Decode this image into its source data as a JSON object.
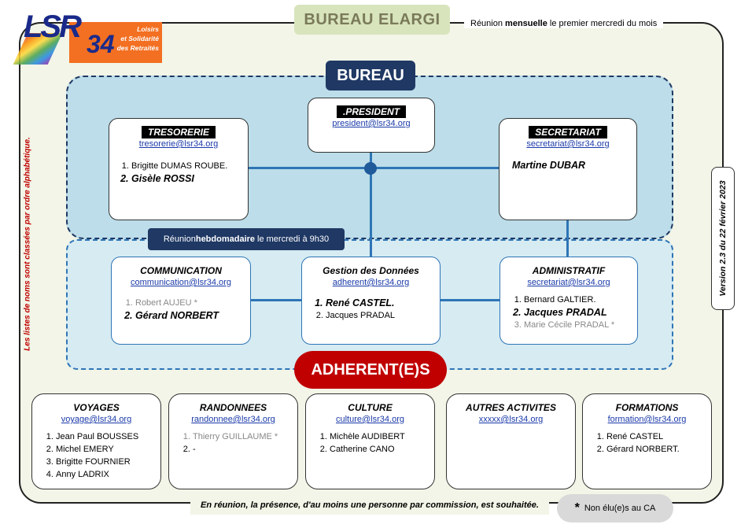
{
  "logo": {
    "abbr": "LSR",
    "number": "34",
    "tagline": [
      "Loisirs",
      "et Solidarité",
      "des Retraités"
    ]
  },
  "header": {
    "title": "BUREAU ELARGI",
    "meeting_note_pre": "Réunion ",
    "meeting_note_bold": "mensuelle",
    "meeting_note_post": " le premier mercredi du mois"
  },
  "bureau": {
    "label": "BUREAU",
    "president": {
      "title": ".PRESIDENT",
      "email": "president@lsr34.org"
    },
    "tresorerie": {
      "title": "TRESORERIE",
      "email": "tresorerie@lsr34.org",
      "members": [
        "Brigitte DUMAS ROUBE.",
        "Gisèle ROSSI"
      ]
    },
    "secretariat": {
      "title": "SECRETARIAT",
      "email": "secretariat@lsr34.org",
      "member": "Martine DUBAR"
    }
  },
  "weekly_meeting": {
    "pre": "Réunion ",
    "bold": "hebdomadaire",
    "post": " le mercredi à 9h30"
  },
  "departments": {
    "communication": {
      "title": "COMMUNICATION",
      "email": "communication@lsr34.org",
      "members": [
        "Robert AUJEU *",
        "Gérard NORBERT"
      ]
    },
    "gestion": {
      "title": "Gestion des Données",
      "email": "adherent@lsr34.org",
      "members": [
        "René CASTEL.",
        "Jacques PRADAL"
      ]
    },
    "administratif": {
      "title": "ADMINISTRATIF",
      "email": "secretariat@lsr34.org",
      "members": [
        "Bernard GALTIER.",
        "Jacques PRADAL",
        "Marie Cécile PRADAL *"
      ]
    }
  },
  "adherents": {
    "label": "ADHERENT(E)S"
  },
  "commissions": [
    {
      "title": "VOYAGES",
      "email": "voyage@lsr34.org",
      "members": [
        "Jean Paul BOUSSES",
        "Michel EMERY",
        "Brigitte FOURNIER",
        "Anny LADRIX"
      ]
    },
    {
      "title": "RANDONNEES",
      "email": "randonnee@lsr34.org",
      "members": [
        "Thierry GUILLAUME *",
        "-"
      ]
    },
    {
      "title": "CULTURE",
      "email": "culture@lsr34.org",
      "members": [
        "Michèle AUDIBERT",
        "Catherine CANO"
      ]
    },
    {
      "title": "AUTRES ACTIVITES",
      "email": "xxxxx@lsr34.org",
      "members": []
    },
    {
      "title": "FORMATIONS",
      "email": "formation@lsr34.org",
      "members": [
        "René CASTEL",
        "Gérard NORBERT."
      ]
    }
  ],
  "side_note": "Les listes de noms sont classées par ordre alphabétique.",
  "version": "Version 2.3 du 22 février 2023",
  "footer": "En réunion, la présence, d'au moins une personne par commission, est souhaitée.",
  "legend": {
    "star": "*",
    "text": "Non élu(e)s au CA"
  },
  "colors": {
    "navy": "#1f3864",
    "blue_line": "#2e75b6",
    "red": "#c00000",
    "orange": "#f36f21",
    "bureau_bg": "#bcdde9",
    "outer_bg": "#f2f5e7",
    "title_bg": "#d8e4bc"
  }
}
